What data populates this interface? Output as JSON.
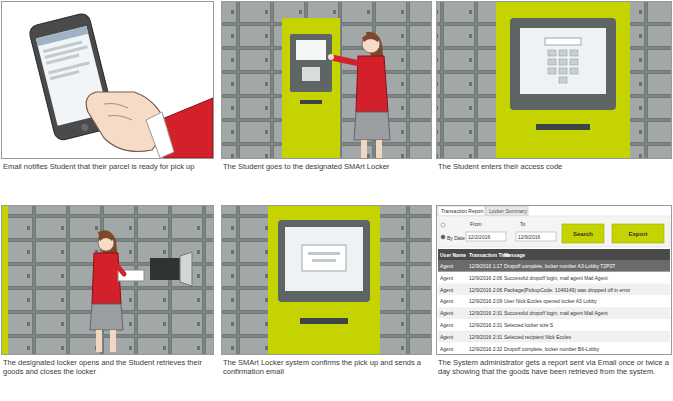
{
  "diagram": {
    "nodes": [
      {
        "text": [
          "Email notifies Student that their parcel is ready for pick up"
        ]
      },
      {
        "text": [
          "The Student goes to the designated SMArt Locker"
        ]
      },
      {
        "text": [
          "The Student enters their access code"
        ]
      },
      {
        "text": [
          "The designated locker opens and the Student retrieves their goods and closes the locker"
        ]
      },
      {
        "text": [
          "The SMArt Locker system confirms the pick up and sends a confirmation email"
        ]
      },
      {
        "text": [
          "The System administrator gets a report sent via Email once or twice a day showing that the goods have been retrieved from the system."
        ]
      }
    ],
    "labels": [
      "Transaction Report",
      "Locker Summary",
      "From",
      "To",
      "By Date",
      "12/2/2016",
      "12/9/2016",
      "Search",
      "Export",
      "User Name",
      "Transaction Time",
      "Message",
      "Agent",
      "12/9/2016 1:17",
      "Dropoff complete, locker number A3-Lobby T2P0T",
      "Agent",
      "12/9/2016 2:06",
      "Successful dropoff login, mail agent Mail Agent",
      "Agent",
      "12/9/2016 2:06",
      "Package(PickupCode: 1049149) was dropped off in error",
      "Agent",
      "12/9/2016 2:09",
      "User Nick Eccles opened locker A3 Lobby",
      "Agent",
      "12/9/2016 2:31",
      "Successful dropoff login, mail agent Mail Agent",
      "Agent",
      "12/9/2016 2:31",
      "Selected locker size S",
      "Agent",
      "12/9/2016 2:31",
      "Selected recipient Nick Eccles",
      "Agent",
      "12/9/2016 2:32",
      "Dropoff complete, locker number B6-Lobby"
    ]
  }
}
